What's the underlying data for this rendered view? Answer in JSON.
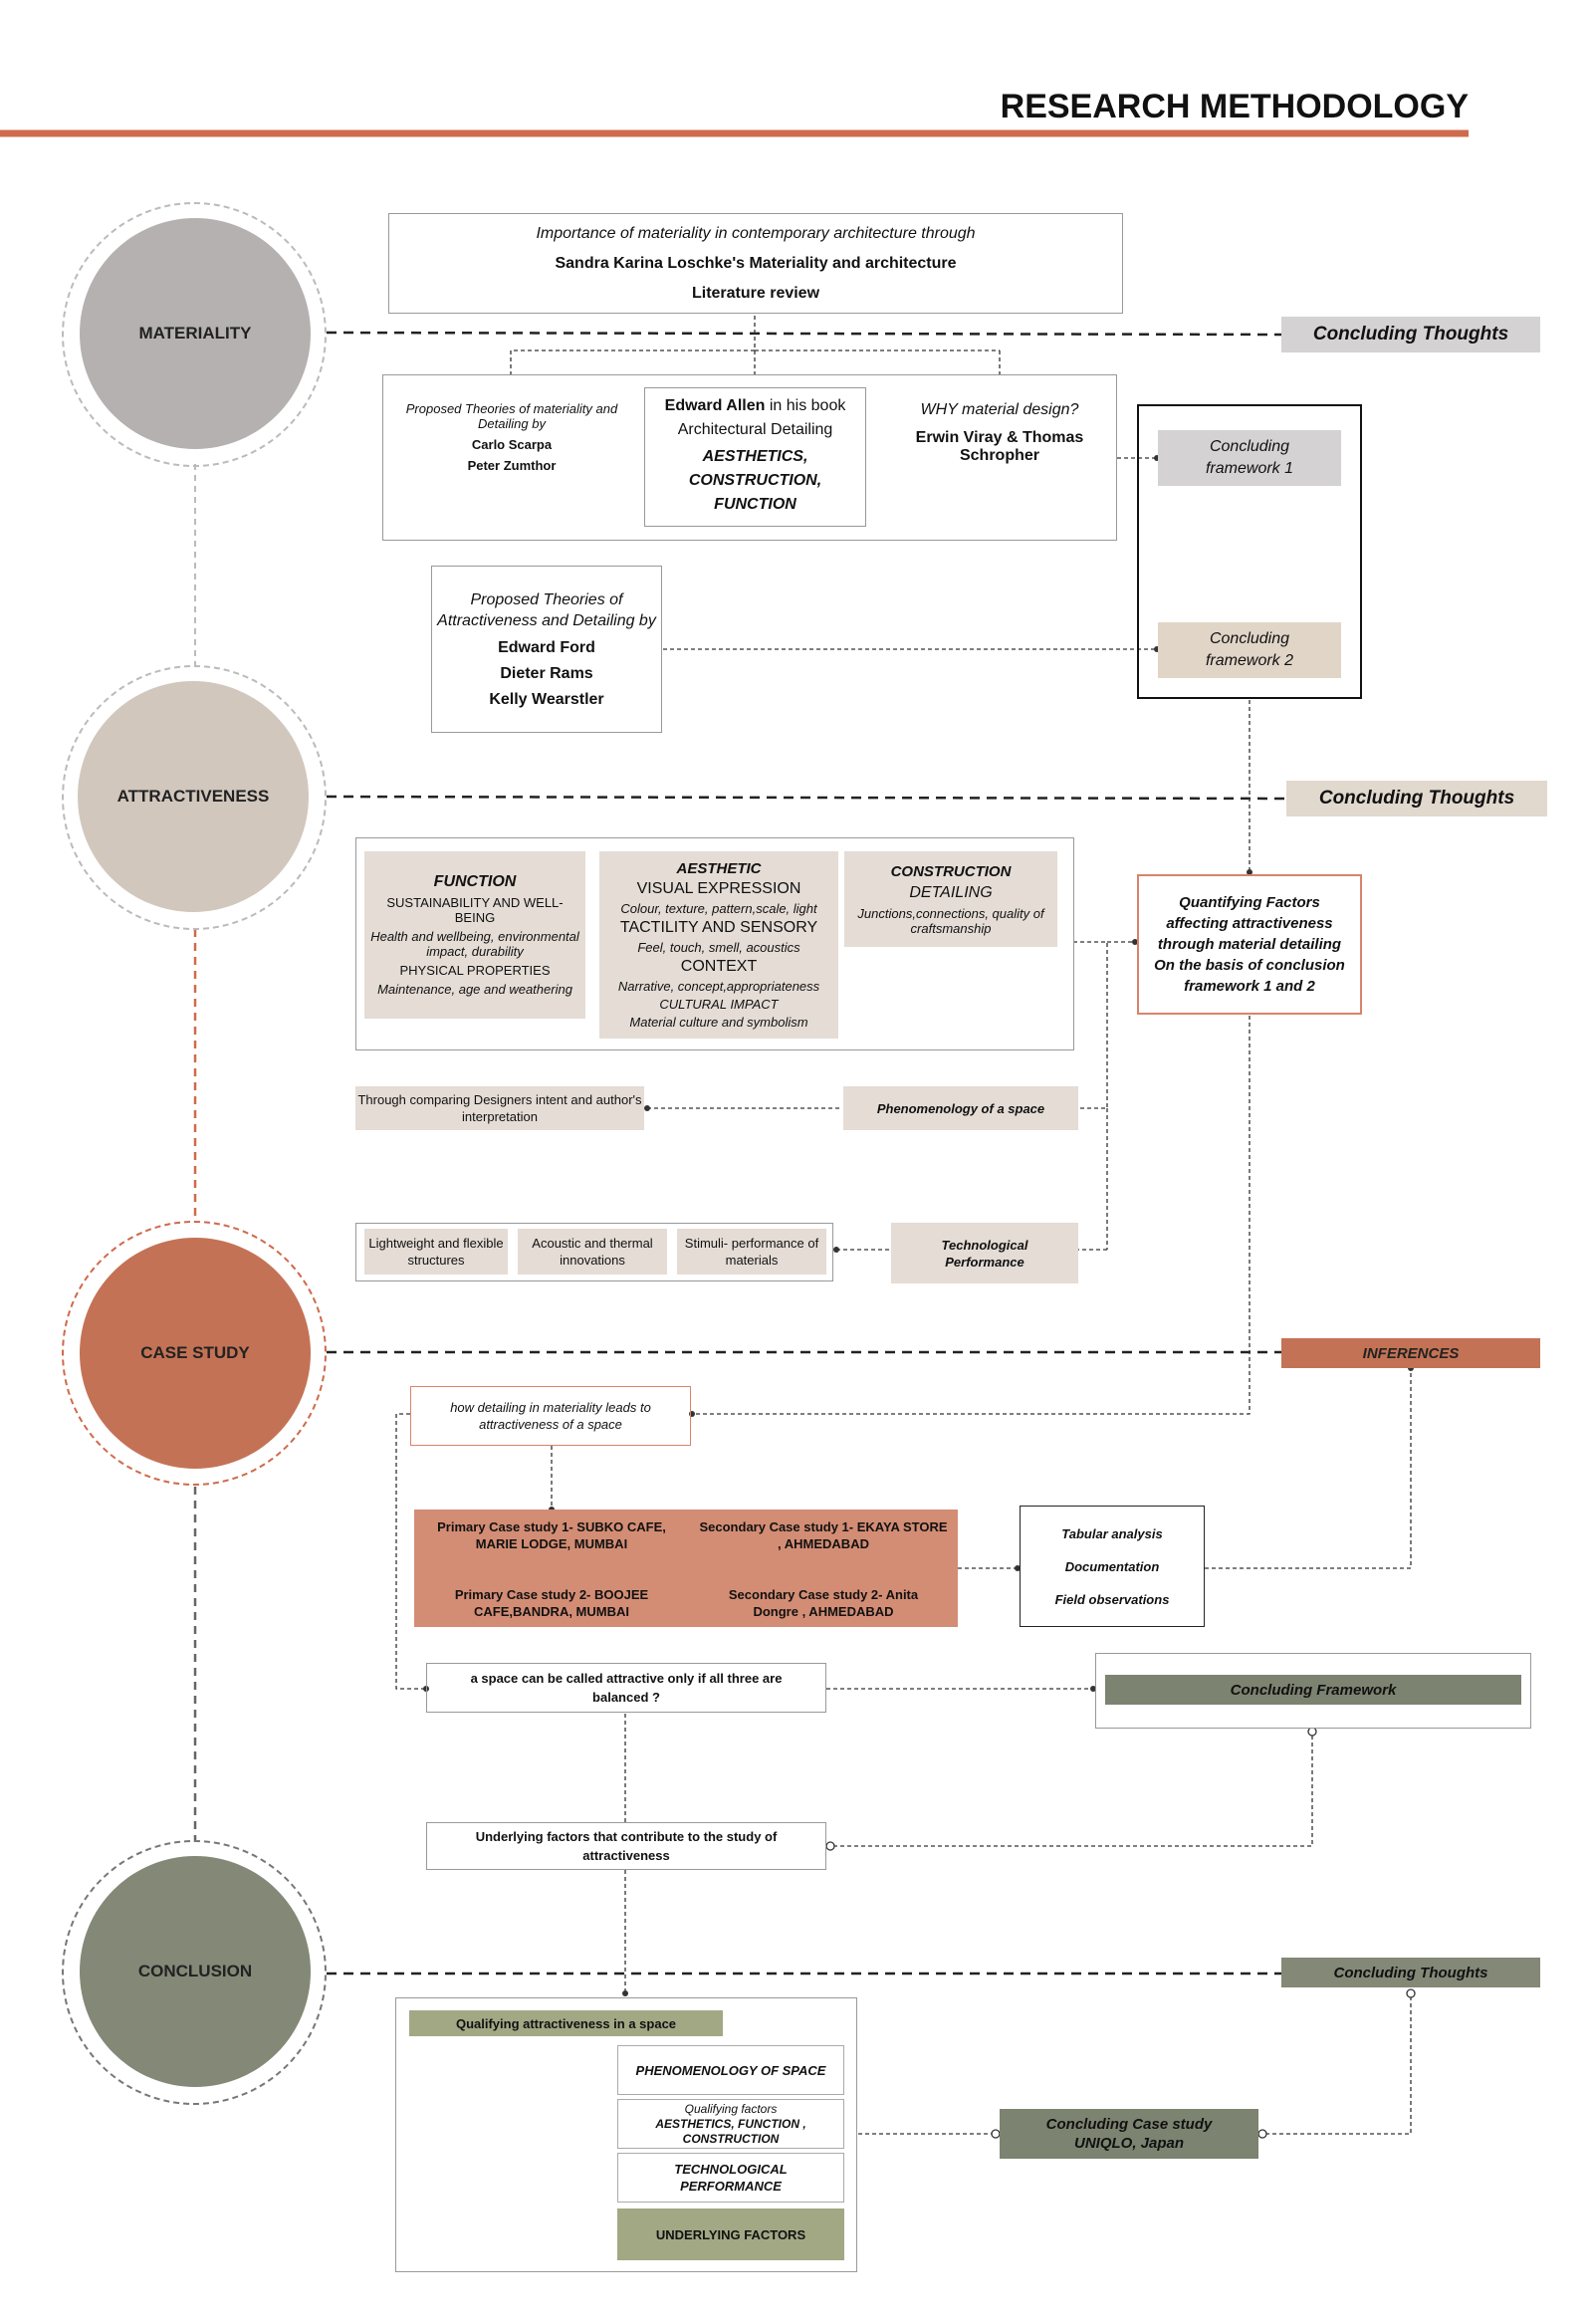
{
  "title": "RESEARCH METHODOLOGY",
  "colors": {
    "accent": "#cf6a4c",
    "materiality": "#b5b1b1",
    "attractiveness": "#d1c7bd",
    "case_study": "#c47255",
    "conclusion": "#848877",
    "panel": "#e4dcd5",
    "olive": "#7c8370"
  },
  "stages": {
    "materiality": "MATERIALITY",
    "attractiveness": "ATTRACTIVENESS",
    "case_study": "CASE STUDY",
    "conclusion": "CONCLUSION"
  },
  "lit_review": {
    "line1": "Importance of materiality in contemporary architecture through",
    "line2": "Sandra Karina Loschke's Materiality and architecture",
    "line3": "Literature review"
  },
  "concluding_thoughts_1": "Concluding Thoughts",
  "concluding_thoughts_2": "Concluding Thoughts",
  "concluding_thoughts_3": "Concluding Thoughts",
  "theories": {
    "scarpa_intro": "Proposed Theories of materiality and Detailing by",
    "scarpa_name1": "Carlo Scarpa",
    "scarpa_name2": "Peter Zumthor",
    "allen_name": "Edward Allen",
    "allen_rest": " in his book",
    "allen_book": "Architectural Detailing",
    "allen_terms": "AESTHETICS, CONSTRUCTION, FUNCTION",
    "why_q": "WHY material design?",
    "why_names": "Erwin Viray & Thomas Schropher"
  },
  "framework_1": "Concluding framework 1",
  "framework_2": "Concluding framework 2",
  "attract_theory": {
    "intro": "Proposed Theories of Attractiveness and Detailing by",
    "name1": "Edward Ford",
    "name2": "Dieter Rams",
    "name3": "Kelly Wearstler"
  },
  "function_col": {
    "head": "FUNCTION",
    "sub1": "SUSTAINABILITY AND WELL-BEING",
    "detail1": "Health and wellbeing, environmental impact, durability",
    "sub2": "PHYSICAL PROPERTIES",
    "detail2": "Maintenance, age and weathering"
  },
  "aesthetic_col": {
    "head": "AESTHETIC",
    "sub1": "VISUAL EXPRESSION",
    "detail1": "Colour, texture, pattern,scale, light",
    "sub2": "TACTILITY AND SENSORY",
    "detail2": "Feel, touch, smell, acoustics",
    "sub3": "CONTEXT",
    "detail3": "Narrative, concept,appropriateness",
    "sub4": "CULTURAL IMPACT",
    "detail4": "Material culture and symbolism"
  },
  "construction_col": {
    "head": "CONSTRUCTION",
    "sub1": "DETAILING",
    "detail1": "Junctions,connections, quality of craftsmanship"
  },
  "quantifying": "Quantifying Factors affecting attractiveness through material detailing On the basis of conclusion framework 1 and 2",
  "comparing": "Through comparing Designers intent and author's interpretation",
  "phenomenology": "Phenomenology of a space",
  "tech": {
    "item1": "Lightweight and flexible structures",
    "item2": "Acoustic and thermal innovations",
    "item3": "Stimuli- performance of materials",
    "label": "Technological Performance"
  },
  "inferences": "INFERENCES",
  "how_detailing": "how detailing in materiality  leads to attractiveness of a space",
  "case_studies": {
    "p1": "Primary Case study 1- SUBKO CAFE, MARIE LODGE, MUMBAI",
    "s1": "Secondary Case study 1- EKAYA STORE , AHMEDABAD",
    "p2": "Primary Case study 2- BOOJEE CAFE,BANDRA, MUMBAI",
    "s2": "Secondary Case study 2- Anita Dongre , AHMEDABAD"
  },
  "methods": [
    "Tabular analysis",
    "Documentation",
    "Field observations"
  ],
  "balanced_q": "a space can be called attractive only if all three are balanced ?",
  "concluding_framework": "Concluding   Framework",
  "underlying_factors_q": "Underlying factors that contribute to the study of attractiveness",
  "qualifying": {
    "head": "Qualifying attractiveness in a space",
    "item1": "PHENOMENOLOGY OF SPACE",
    "item2_sub": "Qualifying factors",
    "item2": "AESTHETICS, FUNCTION , CONSTRUCTION",
    "item3": "TECHNOLOGICAL PERFORMANCE",
    "item4": "UNDERLYING FACTORS"
  },
  "concluding_case": "Concluding Case study UNIQLO, Japan"
}
